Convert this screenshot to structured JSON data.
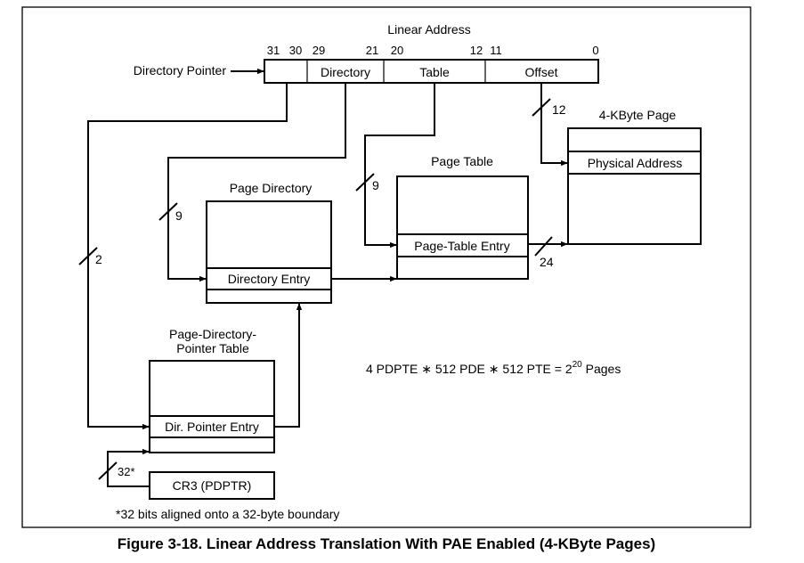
{
  "linear_address": {
    "title": "Linear Address",
    "bits": [
      "31",
      "30",
      "29",
      "21",
      "20",
      "12",
      "11",
      "0"
    ],
    "fields": {
      "directory": "Directory",
      "table": "Table",
      "offset": "Offset"
    }
  },
  "directory_pointer_label": "Directory Pointer",
  "page_4k": {
    "title": "4-KByte Page",
    "entry": "Physical Address"
  },
  "page_table": {
    "title": "Page Table",
    "entry": "Page-Table Entry"
  },
  "page_directory": {
    "title": "Page Directory",
    "entry": "Directory Entry"
  },
  "pdpt": {
    "title_line1": "Page-Directory-",
    "title_line2": "Pointer Table",
    "entry": "Dir. Pointer Entry"
  },
  "cr3": "CR3 (PDPTR)",
  "bit_counts": {
    "offset": "12",
    "table": "9",
    "directory": "9",
    "pointer": "2",
    "page_base": "24",
    "cr3": "32*"
  },
  "formula": {
    "text": "4 PDPTE ∗ 512 PDE ∗ 512 PTE = 2",
    "exponent": "20",
    "suffix": " Pages"
  },
  "footnote": "*32 bits aligned onto a 32-byte boundary",
  "caption": "Figure 3-18.  Linear Address Translation With PAE Enabled (4-KByte Pages)"
}
